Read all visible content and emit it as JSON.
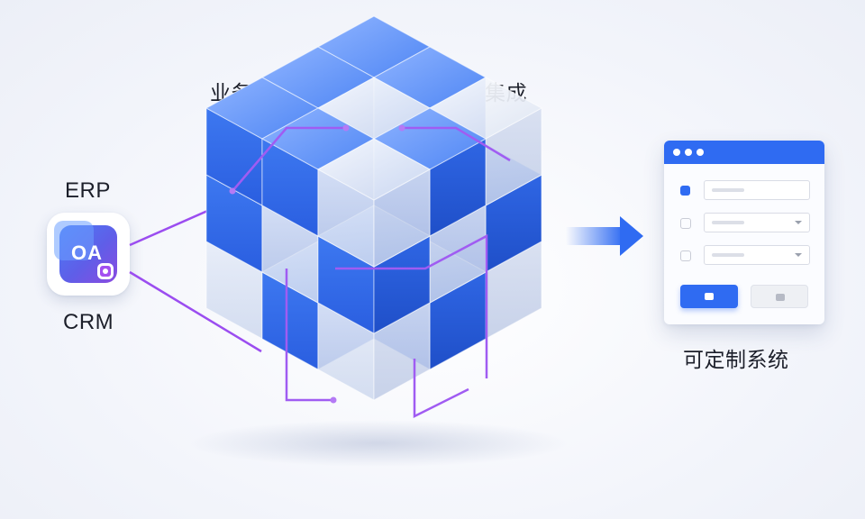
{
  "labels": {
    "erp": "ERP",
    "crm": "CRM",
    "business_group": "业务集团",
    "deep_integration": "深度集成",
    "customizable_system": "可定制系统"
  },
  "app_icon": {
    "text": "OA",
    "icon": "oa-app-icon"
  },
  "colors": {
    "accent_blue": "#2f6bf2",
    "cube_blue": "#3f7af0",
    "connector_purple": "#9b4df0",
    "glass": "#e9eef8"
  },
  "arrow": {
    "icon": "arrow-right-icon"
  }
}
